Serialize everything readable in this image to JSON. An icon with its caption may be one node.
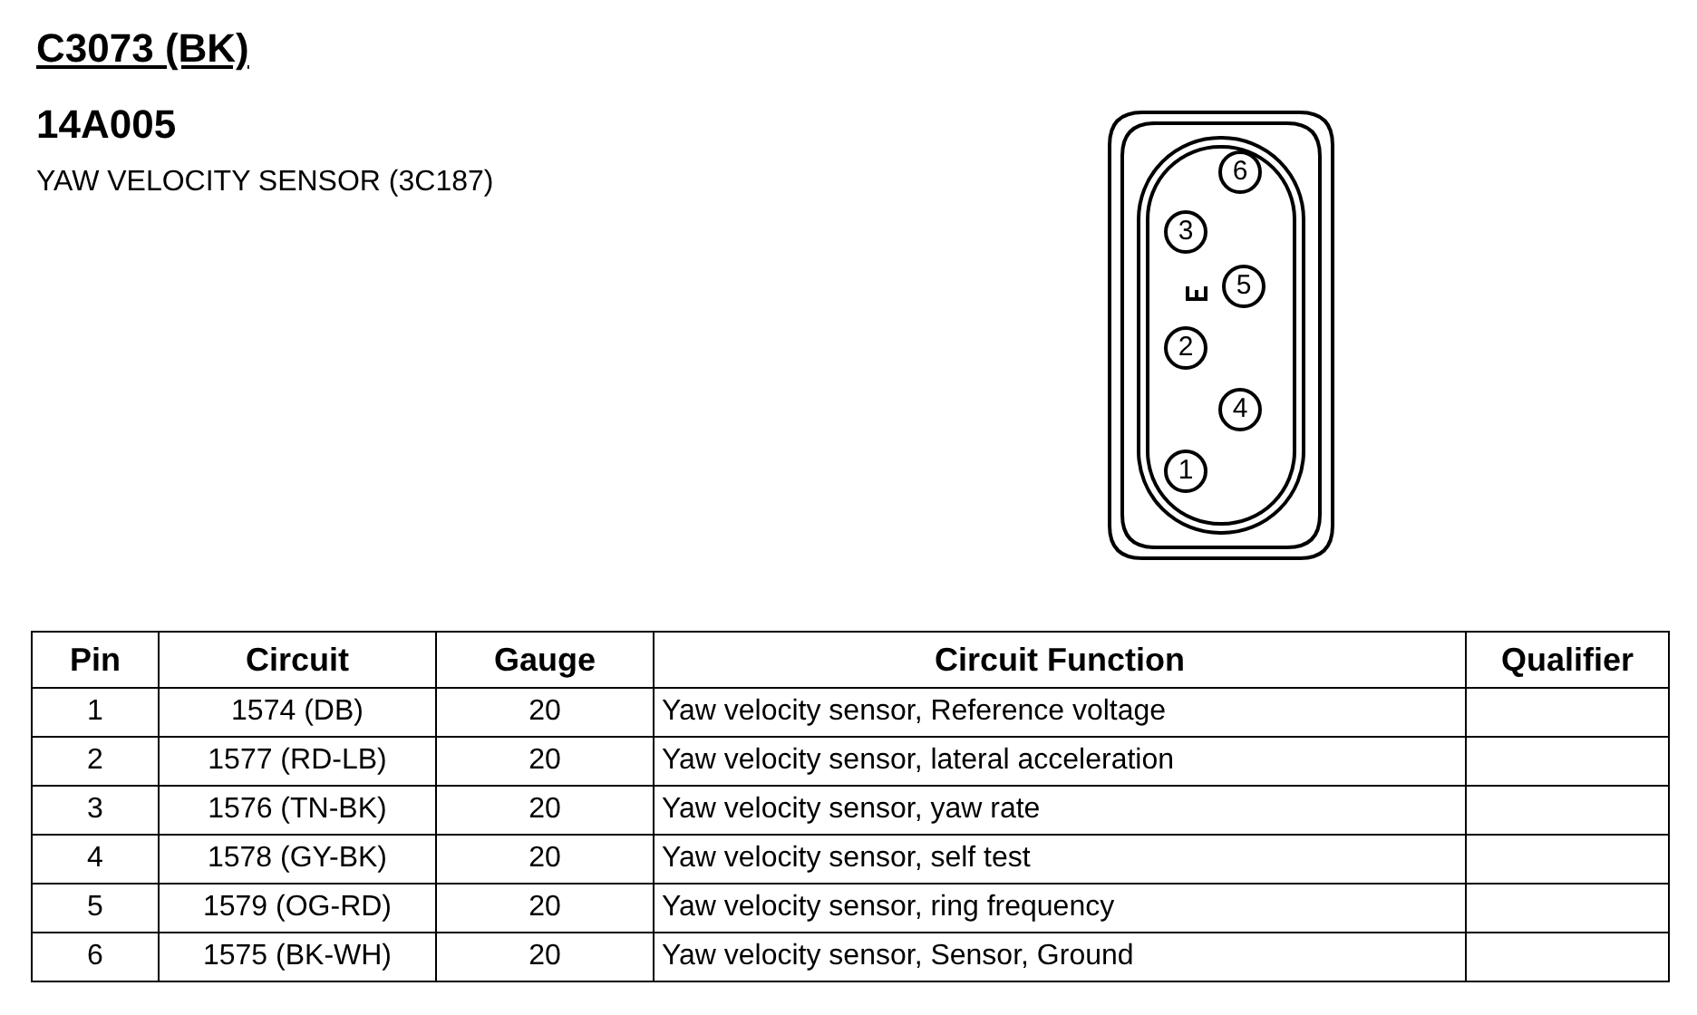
{
  "diagram": {
    "title": "C3073 (BK)",
    "nodes": [
      {
        "text": [
          "6"
        ]
      },
      {
        "text": [
          "3"
        ]
      },
      {
        "text": [
          "5"
        ]
      },
      {
        "text": [
          "2"
        ]
      },
      {
        "text": [
          "4"
        ]
      },
      {
        "text": [
          "1"
        ]
      }
    ],
    "labels": [
      "14A005",
      "YAW VELOCITY SENSOR (3C187)",
      "Pin",
      "Circuit",
      "Gauge",
      "Circuit Function",
      "Qualifier",
      "1",
      "1574 (DB)",
      "20",
      "Yaw velocity sensor, Reference voltage",
      "2",
      "1577 (RD-LB)",
      "20",
      "Yaw velocity sensor, lateral acceleration",
      "3",
      "1576 (TN-BK)",
      "20",
      "Yaw velocity sensor, yaw rate",
      "4",
      "1578 (GY-BK)",
      "20",
      "Yaw velocity sensor, self test",
      "5",
      "1579 (OG-RD)",
      "20",
      "Yaw velocity sensor, ring frequency",
      "6",
      "1575 (BK-WH)",
      "20",
      "Yaw velocity sensor, Sensor, Ground"
    ]
  }
}
